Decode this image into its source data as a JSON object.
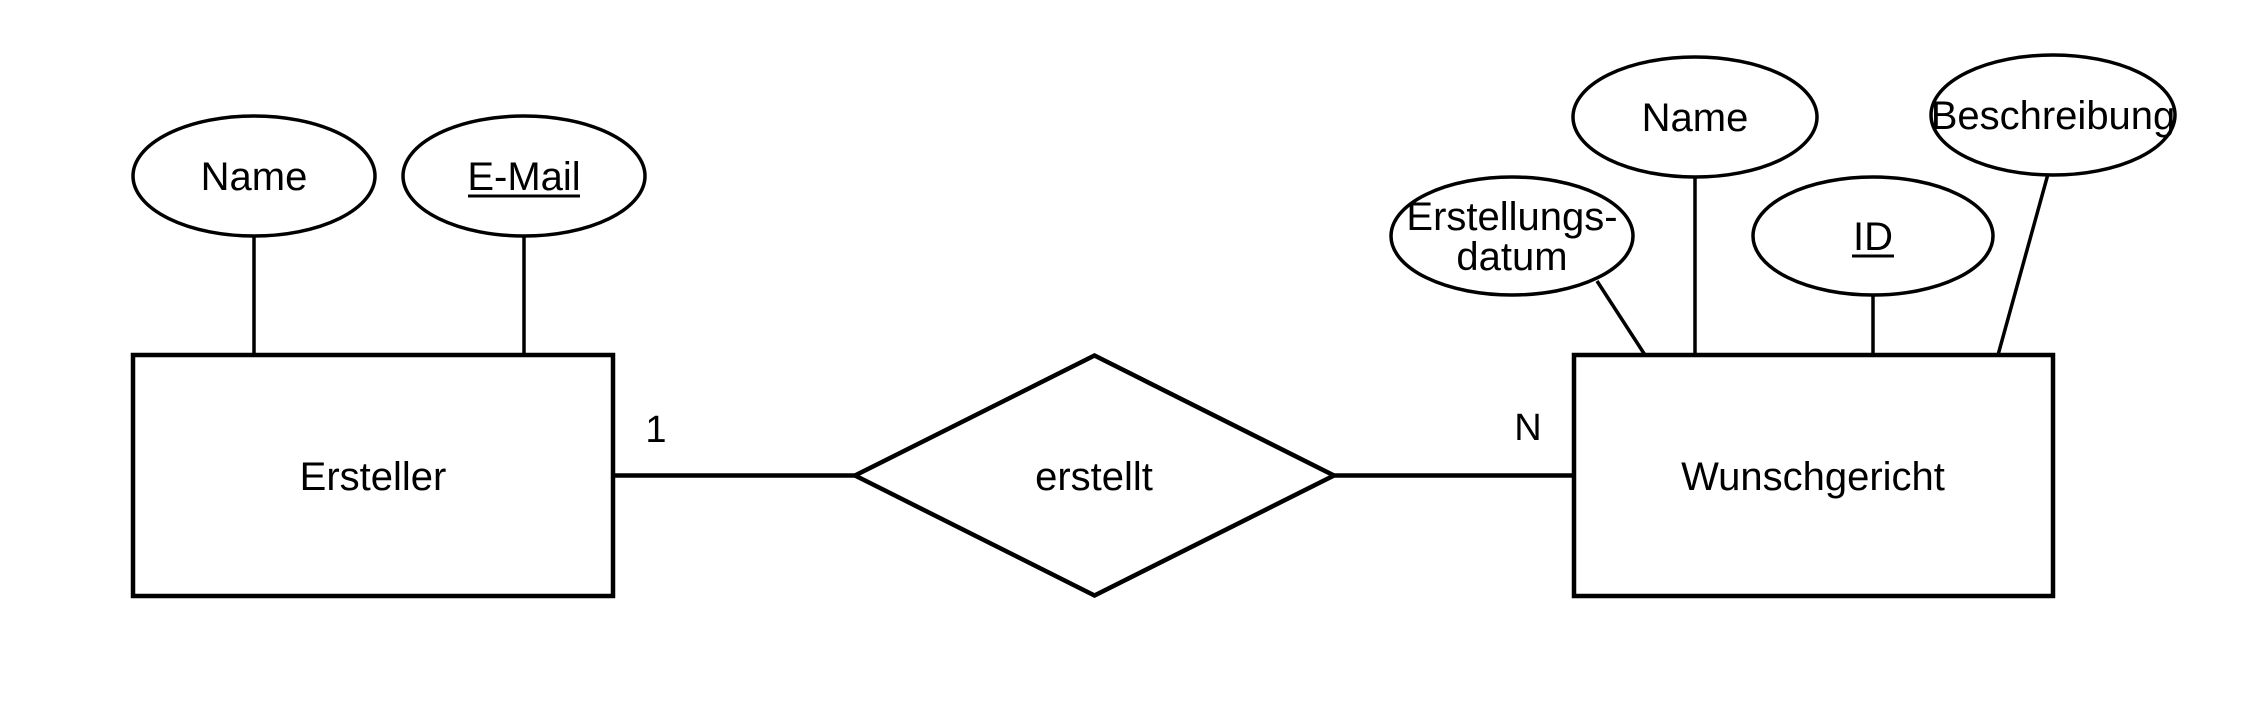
{
  "colors": {
    "stroke": "#000000",
    "text": "#000000",
    "background": "#ffffff"
  },
  "entities": {
    "ersteller": {
      "label": "Ersteller"
    },
    "wunschgericht": {
      "label": "Wunschgericht"
    }
  },
  "relationship": {
    "label": "erstellt",
    "left_cardinality": "1",
    "right_cardinality": "N"
  },
  "attributes": {
    "ersteller": [
      {
        "label": "Name",
        "is_key": false
      },
      {
        "label": "E-Mail",
        "is_key": true
      }
    ],
    "wunschgericht": [
      {
        "label": "Erstellungs-datum",
        "label_lines": [
          "Erstellungs-",
          "datum"
        ],
        "is_key": false
      },
      {
        "label": "Name",
        "is_key": false
      },
      {
        "label": "ID",
        "is_key": true
      },
      {
        "label": "Beschreibung",
        "is_key": false
      }
    ]
  }
}
